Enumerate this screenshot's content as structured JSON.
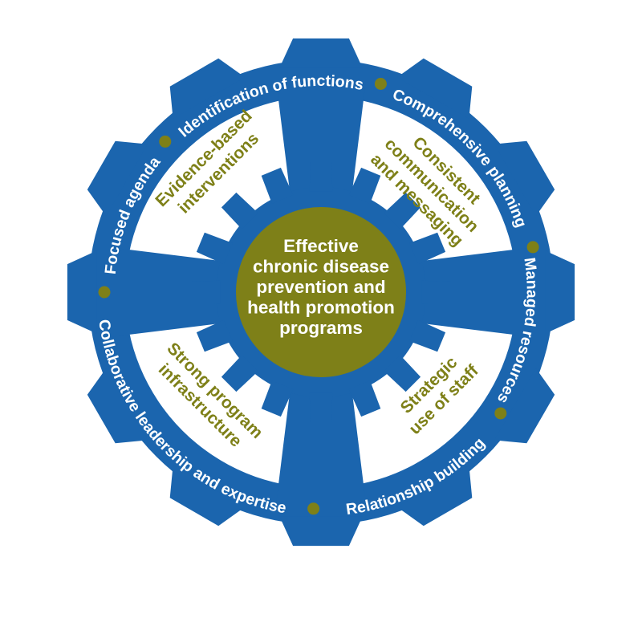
{
  "diagram": {
    "title_center": {
      "lines": [
        "Effective",
        "chronic disease",
        "prevention and",
        "health promotion",
        "programs"
      ]
    },
    "colors": {
      "blue": "#1B65AE",
      "olive": "#7E8018",
      "label_on_ring": "#FFFFFF",
      "center_text": "#FFFFFF",
      "background": "#FFFFFF"
    },
    "ring_labels": [
      {
        "text": "Identification of functions",
        "mid_angle": 345,
        "orientation": "top"
      },
      {
        "text": "Comprehensive planning",
        "mid_angle": 46,
        "orientation": "top"
      },
      {
        "text": "Managed resources",
        "mid_angle": 101,
        "orientation": "top"
      },
      {
        "text": "Relationship building",
        "mid_angle": 153,
        "orientation": "bottom"
      },
      {
        "text": "Collaborative leadership and expertise",
        "mid_angle": 226,
        "orientation": "bottom"
      },
      {
        "text": "Focused agenda",
        "mid_angle": 292,
        "orientation": "top"
      }
    ],
    "separator_dot_angles": [
      16,
      78,
      124,
      182,
      270,
      314
    ],
    "quadrant_labels": [
      {
        "lines": [
          "Evidence-based",
          "interventions"
        ],
        "angle": 319,
        "radius": 209,
        "rotation": -45
      },
      {
        "lines": [
          "Consistent",
          "communication",
          "and messaging"
        ],
        "angle": 46,
        "radius": 192,
        "rotation": 45
      },
      {
        "lines": [
          "Strategic",
          "use of staff"
        ],
        "angle": 131,
        "radius": 190,
        "rotation": -45
      },
      {
        "lines": [
          "Strong program",
          "infrastructure"
        ],
        "angle": 227,
        "radius": 193,
        "rotation": 45
      }
    ]
  }
}
